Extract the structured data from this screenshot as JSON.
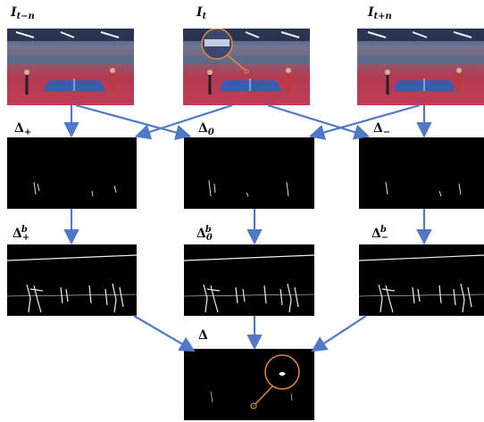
{
  "labels": {
    "frame_prev": {
      "base": "I",
      "sub": "t−n"
    },
    "frame_cur": {
      "base": "I",
      "sub": "t"
    },
    "frame_next": {
      "base": "I",
      "sub": "t+n"
    },
    "delta_plus": {
      "base": "Δ",
      "sub": "+"
    },
    "delta_zero": {
      "base": "Δ",
      "sub": "0"
    },
    "delta_minus": {
      "base": "Δ",
      "sub": "−"
    },
    "delta_plus_b": {
      "base": "Δ",
      "sup": "b",
      "sub": "+"
    },
    "delta_zero_b": {
      "base": "Δ",
      "sup": "b",
      "sub": "0"
    },
    "delta_minus_b": {
      "base": "Δ",
      "sup": "b",
      "sub": "−"
    },
    "delta_final": {
      "base": "Δ"
    }
  },
  "colors": {
    "arrow": "#4f79c8",
    "highlight": "#e08a3c",
    "court": "#c23c57",
    "table": "#3b5bb0"
  }
}
